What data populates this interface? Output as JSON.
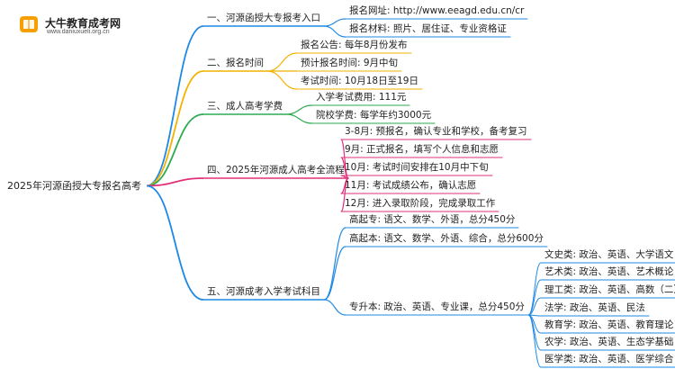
{
  "logo": {
    "icon": "book-icon",
    "title": "大牛教育成考网",
    "url": "www.daniuxueli.org.cn",
    "color": "#f5a000"
  },
  "root": "2025年河源函授大专报名高考",
  "branches": [
    {
      "label": "一、河源函授大专报考入口",
      "color": "#1e88e5",
      "children": [
        {
          "label": "报名网址: http://www.eeagd.edu.cn/cr"
        },
        {
          "label": "报名材料: 照片、居住证、专业资格证"
        }
      ]
    },
    {
      "label": "二、报名时间",
      "color": "#f2b200",
      "children": [
        {
          "label": "报名公告: 每年8月份发布"
        },
        {
          "label": "预计报名时间: 9月中旬"
        },
        {
          "label": "考试时间: 10月18日至19日"
        }
      ]
    },
    {
      "label": "三、成人高考学费",
      "color": "#2eaa52",
      "children": [
        {
          "label": "入学考试费用: 111元"
        },
        {
          "label": "院校学费: 每学年约3000元"
        }
      ]
    },
    {
      "label": "四、2025年河源成人高考全流程",
      "color": "#e0307a",
      "children": [
        {
          "label": "3-8月: 预报名，确认专业和学校，备考复习"
        },
        {
          "label": "9月: 正式报名，填写个人信息和志愿"
        },
        {
          "label": "10月: 考试时间安排在10月中下旬"
        },
        {
          "label": "11月: 考试成绩公布，确认志愿"
        },
        {
          "label": "12月: 进入录取阶段，完成录取工作"
        }
      ]
    },
    {
      "label": "五、河源成考入学考试科目",
      "color": "#1e88e5",
      "children": [
        {
          "label": "高起专: 语文、数学、外语，总分450分"
        },
        {
          "label": "高起本: 语文、数学、外语、综合，总分600分"
        },
        {
          "label": "专升本: 政治、英语、专业课，总分450分",
          "children": [
            {
              "label": "文史类: 政治、英语、大学语文"
            },
            {
              "label": "艺术类: 政治、英语、艺术概论"
            },
            {
              "label": "理工类: 政治、英语、高数（二）"
            },
            {
              "label": "法学: 政治、英语、民法"
            },
            {
              "label": "教育学: 政治、英语、教育理论"
            },
            {
              "label": "农学: 政治、英语、生态学基础"
            },
            {
              "label": "医学类: 政治、英语、医学综合"
            }
          ]
        }
      ]
    }
  ]
}
